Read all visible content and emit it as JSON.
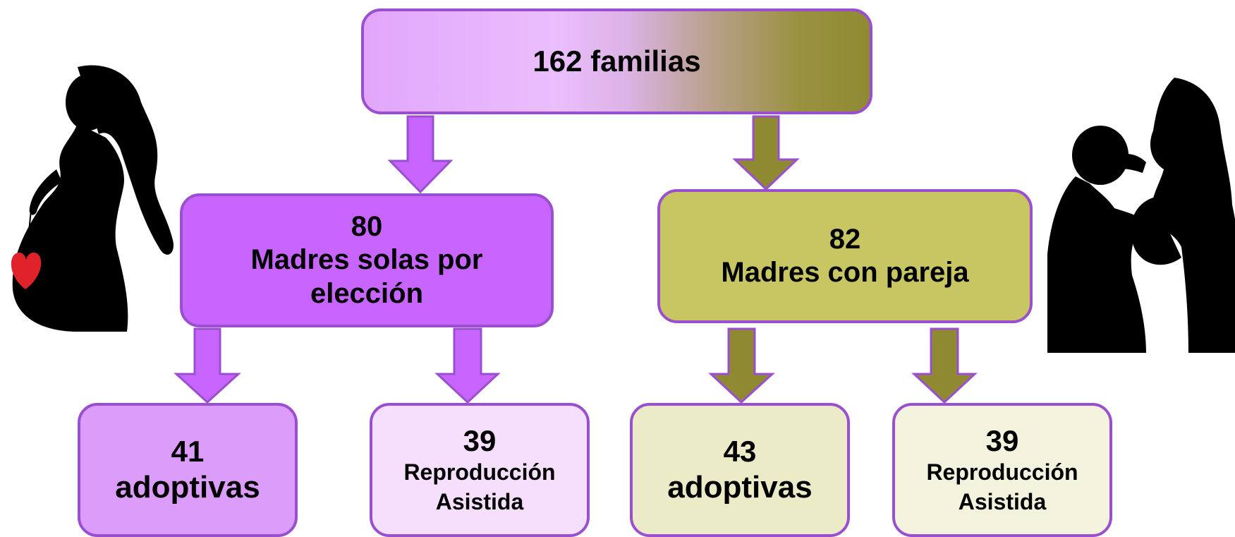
{
  "root": {
    "label": "162 familias"
  },
  "left": {
    "count": "80",
    "label_line1": "Madres solas por",
    "label_line2": "elección",
    "leaves": [
      {
        "count": "41",
        "label": "adoptivas"
      },
      {
        "count": "39",
        "label_line1": "Reproducción",
        "label_line2": "Asistida"
      }
    ]
  },
  "right": {
    "count": "82",
    "label": "Madres con pareja",
    "leaves": [
      {
        "count": "43",
        "label": "adoptivas"
      },
      {
        "count": "39",
        "label_line1": "Reproducción",
        "label_line2": "Asistida"
      }
    ]
  },
  "colors": {
    "purple": "#c865ff",
    "olive": "#8f8a32",
    "border": "#9a4fd0"
  },
  "icons": [
    "pregnant-woman-silhouette-icon",
    "couple-silhouette-icon"
  ]
}
